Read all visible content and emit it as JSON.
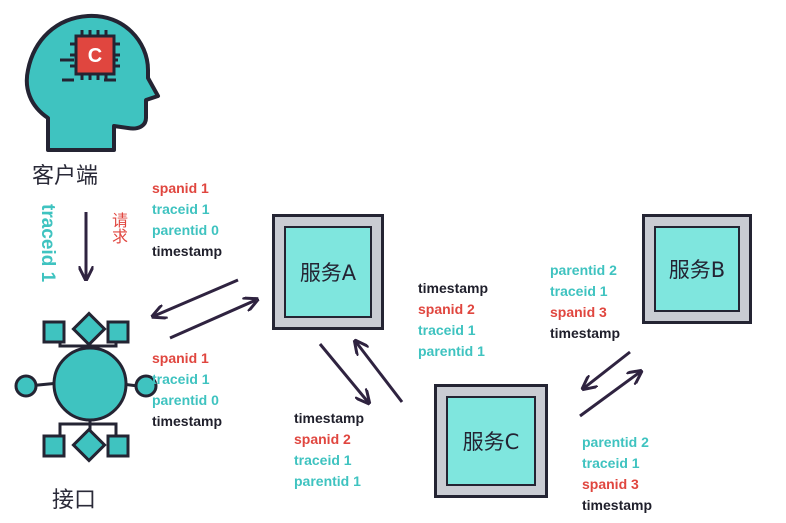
{
  "client": {
    "label": "客户端",
    "chip_letter": "C",
    "colors": {
      "head": "#3fc3c0",
      "chip": "#e0463f",
      "outline": "#242433"
    }
  },
  "api": {
    "label": "接口"
  },
  "request": {
    "traceid_label": "traceid 1",
    "request_label": "请求"
  },
  "services": {
    "a": {
      "label": "服务A"
    },
    "b": {
      "label": "服务B"
    },
    "c": {
      "label": "服务C"
    }
  },
  "spans": {
    "api_to_a": {
      "spanid": "spanid 1",
      "traceid": "traceid 1",
      "parentid": "parentid 0",
      "timestamp": "timestamp"
    },
    "a_to_api": {
      "spanid": "spanid 1",
      "traceid": "traceid 1",
      "parentid": "parentid 0",
      "timestamp": "timestamp"
    },
    "a_to_c": {
      "timestamp": "timestamp",
      "spanid": "spanid 2",
      "traceid": "traceid 1",
      "parentid": "parentid 1"
    },
    "c_to_a": {
      "timestamp": "timestamp",
      "spanid": "spanid 2",
      "traceid": "traceid 1",
      "parentid": "parentid 1"
    },
    "c_to_b": {
      "parentid": "parentid 2",
      "traceid": "traceid 1",
      "spanid": "spanid 3",
      "timestamp": "timestamp"
    },
    "b_to_c": {
      "parentid": "parentid 2",
      "traceid": "traceid 1",
      "spanid": "spanid 3",
      "timestamp": "timestamp"
    }
  },
  "colors": {
    "spanid": "#e0463f",
    "traceid": "#3fc3c0",
    "parentid": "#3fc3c0",
    "timestamp": "#1f1f2b",
    "arrow": "#2f2340"
  }
}
